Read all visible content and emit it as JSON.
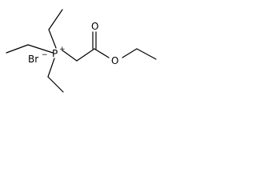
{
  "molecule": {
    "atoms": {
      "bromine": "Br",
      "bromide_charge": "−",
      "phosphorus": "P",
      "phosphorus_charge": "+",
      "carbonyl_oxygen": "O",
      "ester_oxygen": "O"
    },
    "colors": {
      "bond": "#000000",
      "label": "#000000",
      "background": "#ffffff"
    }
  }
}
